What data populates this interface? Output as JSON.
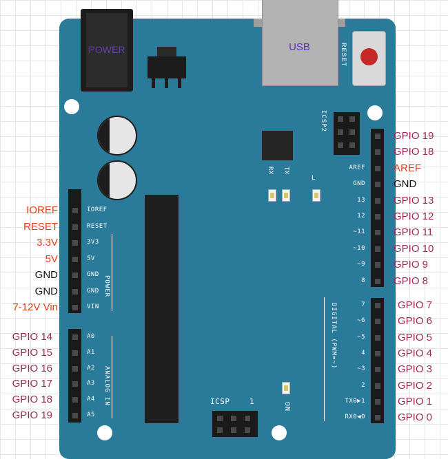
{
  "components": {
    "power_jack": "POWER",
    "usb": "USB",
    "reset": "RESET",
    "icsp2": "ICSP2",
    "icsp": "ICSP",
    "icsp_pin1": "1",
    "rx": "RX",
    "tx": "TX",
    "led_l": "L",
    "led_on": "ON",
    "power_group": "POWER",
    "analog_group": "ANALOG IN",
    "digital_group": "DIGITAL (PWM=~)"
  },
  "left_power_pins": {
    "silk": [
      "IOREF",
      "RESET",
      "3V3",
      "5V",
      "GND",
      "GND",
      "VIN"
    ],
    "labels": [
      "IOREF",
      "RESET",
      "3.3V",
      "5V",
      "GND",
      "GND",
      "7-12V Vin"
    ],
    "kinds": [
      "pwr",
      "pwr",
      "pwr",
      "pwr",
      "gnd",
      "gnd",
      "pwr"
    ]
  },
  "left_analog_pins": {
    "silk": [
      "A0",
      "A1",
      "A2",
      "A3",
      "A4",
      "A5"
    ],
    "labels": [
      "GPIO 14",
      "GPIO 15",
      "GPIO 16",
      "GPIO 17",
      "GPIO 18",
      "GPIO 19"
    ]
  },
  "right_upper_pins": {
    "silk": [
      "",
      "",
      "AREF",
      "GND",
      "13",
      "12",
      "~11",
      "~10",
      "~9",
      "8"
    ],
    "labels": [
      "GPIO 19",
      "GPIO 18",
      "AREF",
      "GND",
      "GPIO 13",
      "GPIO 12",
      "GPIO 11",
      "GPIO 10",
      "GPIO 9",
      "GPIO 8"
    ],
    "kinds": [
      "gpio",
      "gpio",
      "pwr",
      "gnd",
      "gpio",
      "gpio",
      "gpio",
      "gpio",
      "gpio",
      "gpio"
    ]
  },
  "right_lower_pins": {
    "silk": [
      "7",
      "~6",
      "~5",
      "4",
      "~3",
      "2",
      "TX0▶1",
      "RX0◀0"
    ],
    "labels": [
      "GPIO 7",
      "GPIO 6",
      "GPIO 5",
      "GPIO 4",
      "GPIO 3",
      "GPIO 2",
      "GPIO 1",
      "GPIO 0"
    ]
  },
  "colors": {
    "board": "#2a7a9a",
    "gpio_label": "#9a2a55",
    "power_label": "#e0401a",
    "gnd_label": "#111111"
  }
}
